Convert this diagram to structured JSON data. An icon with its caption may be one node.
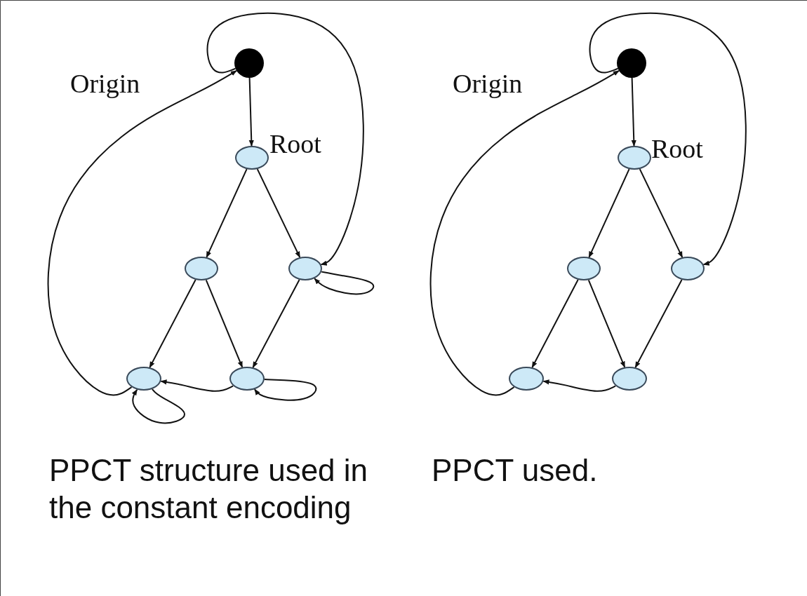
{
  "diagram": {
    "nodes": [
      {
        "text": [],
        "shape": "circle",
        "beside": [
          "Origin"
        ]
      },
      {
        "text": [],
        "shape": "circle",
        "beside": [
          "Root"
        ]
      },
      {
        "text": [],
        "shape": "circle"
      },
      {
        "text": [],
        "shape": "circle"
      },
      {
        "text": [],
        "shape": "circle"
      },
      {
        "text": [],
        "shape": "circle"
      },
      {
        "text": [],
        "shape": "circle",
        "beside": [
          "Origin"
        ]
      },
      {
        "text": [],
        "shape": "circle",
        "beside": [
          "Root"
        ]
      },
      {
        "text": [],
        "shape": "circle"
      },
      {
        "text": [],
        "shape": "circle"
      },
      {
        "text": [],
        "shape": "circle"
      },
      {
        "text": [],
        "shape": "circle"
      }
    ],
    "edges": [
      {
        "from": 0,
        "to": 1,
        "arrow": "to"
      },
      {
        "from": 0,
        "to": 3,
        "arrow": "to"
      },
      {
        "from": 1,
        "to": 2,
        "arrow": "to"
      },
      {
        "from": 1,
        "to": 3,
        "arrow": "to"
      },
      {
        "from": 2,
        "to": 4,
        "arrow": "to"
      },
      {
        "from": 2,
        "to": 5,
        "arrow": "to"
      },
      {
        "from": 3,
        "to": 5,
        "arrow": "to"
      },
      {
        "from": 4,
        "to": 0,
        "arrow": "to"
      },
      {
        "from": 3,
        "to": 3,
        "arrow": "to"
      },
      {
        "from": 5,
        "to": 5,
        "arrow": "to"
      },
      {
        "from": 5,
        "to": 4,
        "arrow": "to"
      },
      {
        "from": 4,
        "to": 4,
        "arrow": "to"
      },
      {
        "from": 6,
        "to": 7,
        "arrow": "to"
      },
      {
        "from": 6,
        "to": 9,
        "arrow": "to"
      },
      {
        "from": 7,
        "to": 8,
        "arrow": "to"
      },
      {
        "from": 7,
        "to": 9,
        "arrow": "to"
      },
      {
        "from": 8,
        "to": 10,
        "arrow": "to"
      },
      {
        "from": 8,
        "to": 11,
        "arrow": "to"
      },
      {
        "from": 9,
        "to": 11,
        "arrow": "to"
      },
      {
        "from": 10,
        "to": 6,
        "arrow": "to"
      },
      {
        "from": 11,
        "to": 10,
        "arrow": "to"
      }
    ],
    "labels": [
      "PPCT structure used in the constant encoding",
      "PPCT used."
    ]
  }
}
